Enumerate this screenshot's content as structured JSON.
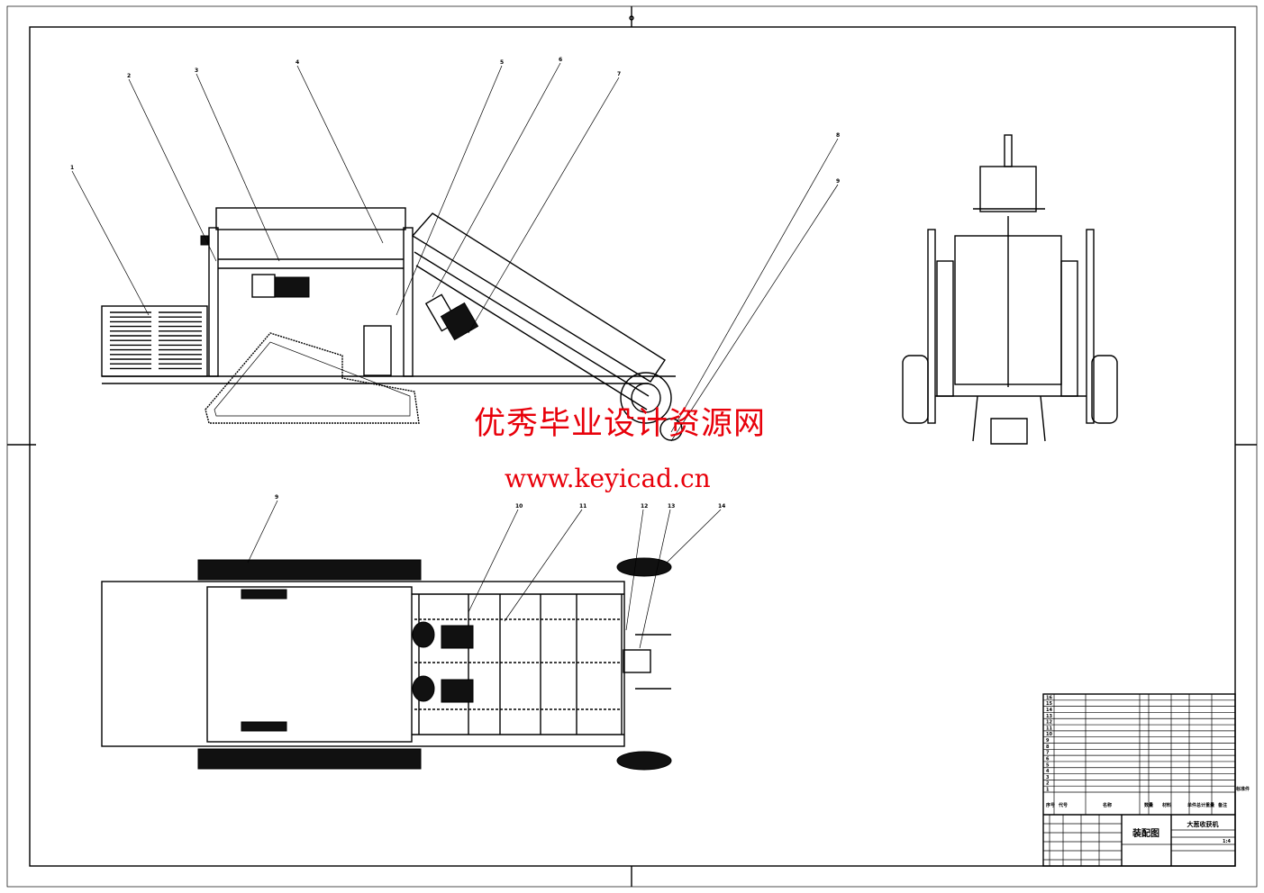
{
  "drawing": {
    "part_labels_side": [
      "1",
      "2",
      "3",
      "4",
      "5",
      "6",
      "7",
      "8",
      "9"
    ],
    "part_labels_top": [
      "9",
      "10",
      "11",
      "12",
      "13",
      "14"
    ],
    "watermark_cn": "优秀毕业设计资源网",
    "watermark_url": "www.keyicad.cn"
  },
  "title_block": {
    "row_numbers": [
      "16",
      "15",
      "14",
      "13",
      "12",
      "11",
      "10",
      "9",
      "8",
      "7",
      "6",
      "5",
      "4",
      "3",
      "2",
      "1"
    ],
    "header": {
      "no": "序号",
      "code": "代号",
      "name": "名称",
      "qty": "数量",
      "material": "材料",
      "weight": "单件总计重量",
      "remark": "备注"
    },
    "drawing_type": "装配图",
    "machine_name": "大葱收获机",
    "scale": "1:4",
    "side_note": "标准件"
  }
}
